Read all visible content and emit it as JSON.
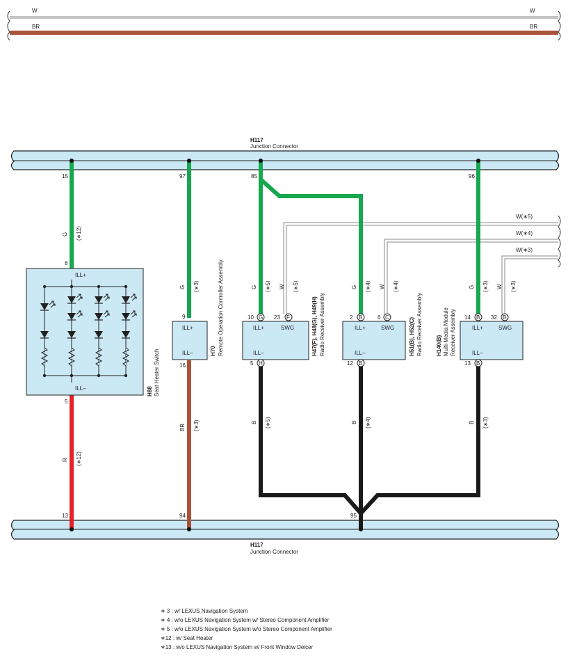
{
  "top_wires": {
    "white_left": "W",
    "white_right": "W",
    "brown_left": "BR",
    "brown_right": "BR"
  },
  "junction_top": {
    "id": "H117",
    "name": "Junction Connector"
  },
  "junction_bottom": {
    "id": "H117",
    "name": "Junction Connector"
  },
  "seat_heater": {
    "id": "H88",
    "name": "Seat Heater Switch",
    "pin_top": "8",
    "pin_bottom": "5",
    "term_plus": "ILL+",
    "term_minus": "ILL–",
    "jc_top_pin": "15",
    "jc_bottom_pin": "13",
    "wire_top": "G",
    "wire_top_note": "(∗12)",
    "wire_bottom": "R",
    "wire_bottom_note": "(∗12)"
  },
  "remote_controller": {
    "id": "H70",
    "name": "Remote Operation Controller Assembly",
    "pin_top": "9",
    "pin_bottom": "16",
    "term_plus": "ILL+",
    "term_minus": "ILL–",
    "jc_top_pin": "97",
    "jc_bottom_pin": "94",
    "wire_top": "G",
    "wire_top_note": "(∗3)",
    "wire_bottom": "BR",
    "wire_bottom_note": "(∗3)"
  },
  "radio_fgh": {
    "id": "H47(F), H48(G), H49(H)",
    "name": "Radio Receiver Assembly",
    "pin_ill": "10",
    "pin_ill_conn": "G",
    "pin_swg": "23",
    "pin_swg_conn": "F",
    "pin_minus": "5",
    "pin_minus_conn": "H",
    "term_plus": "ILL+",
    "term_swg": "SWG",
    "term_minus": "ILL–",
    "jc_top_pin": "85",
    "wire_ill": "G",
    "wire_ill_note": "(∗5)",
    "wire_swg": "W",
    "wire_swg_note": "(∗5)",
    "wire_minus": "B",
    "wire_minus_note": "(∗5)"
  },
  "radio_bc": {
    "id": "H51(B), H52(C)",
    "name": "Radio Receiver Assembly",
    "pin_ill": "2",
    "pin_ill_conn": "B",
    "pin_swg": "6",
    "pin_swg_conn": "C",
    "pin_minus": "12",
    "pin_minus_conn": "B",
    "term_plus": "ILL+",
    "term_swg": "SWG",
    "term_minus": "ILL–",
    "wire_ill": "G",
    "wire_ill_note": "(∗4)",
    "wire_swg": "W",
    "wire_swg_note": "(∗4)",
    "wire_minus": "B",
    "wire_minus_note": "(∗4)"
  },
  "multimedia": {
    "id": "H140(B)",
    "name1": "Multi-Media Module",
    "name2": "Receiver Assembly",
    "pin_ill": "14",
    "pin_ill_conn": "B",
    "pin_swg": "32",
    "pin_swg_conn": "B",
    "pin_minus": "13",
    "pin_minus_conn": "B",
    "term_plus": "ILL+",
    "term_swg": "SWG",
    "term_minus": "ILL–",
    "jc_top_pin": "96",
    "wire_ill": "G",
    "wire_ill_note": "(∗3)",
    "wire_swg": "W",
    "wire_swg_note": "(∗3)",
    "wire_minus": "B",
    "wire_minus_note": "(∗3)"
  },
  "ground_joint_pin": "95",
  "side_wires": {
    "w5": "W(∗5)",
    "w4": "W(∗4)",
    "w3": "W(∗3)"
  },
  "notes": [
    "∗ 3 : w/ LEXUS Navigation System",
    "∗ 4 : w/o LEXUS Navigation System w/ Stereo Component Amplifier",
    "∗ 5 : w/o LEXUS Navigation System w/o Stereo Component Amplifier",
    "∗12 : w/ Seat Heater",
    "∗13 : w/o LEXUS Navigation System w/ Front Window Deicer"
  ],
  "colors": {
    "green": "#16a84f",
    "red": "#e52326",
    "brown": "#a9543a",
    "black": "#1a1a1a",
    "box": "#cbe8f5",
    "bus": "#cbe8f5"
  }
}
